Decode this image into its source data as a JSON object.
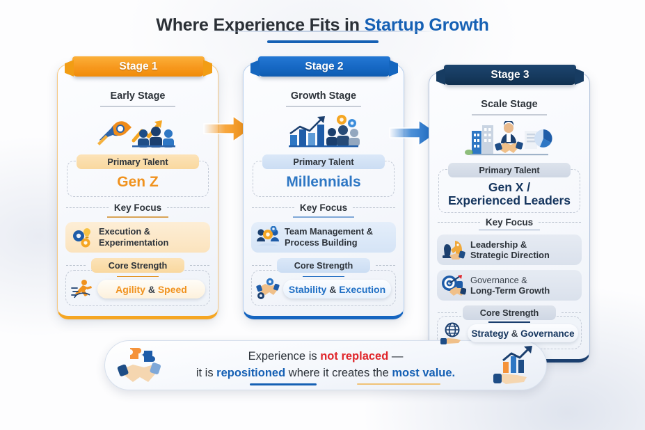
{
  "title": {
    "plain": "Where Experience Fits in ",
    "accent": "Startup Growth"
  },
  "labels": {
    "primary_talent": "Primary Talent",
    "key_focus": "Key Focus",
    "core_strength": "Core Strength"
  },
  "stages": [
    {
      "ribbon": "Stage 1",
      "subtitle": "Early Stage",
      "talent": "Gen Z",
      "focus": [
        {
          "line1": "Execution &",
          "line2": "Experimentation",
          "icon": "gears-lightbulb-icon"
        }
      ],
      "strength": {
        "pre": "Agility ",
        "amp": "& ",
        "post": "Speed",
        "icon": "runner-icon"
      },
      "illustration_icon": "rocket-growth-team-icon",
      "accent": "#f5a623"
    },
    {
      "ribbon": "Stage 2",
      "subtitle": "Growth Stage",
      "talent": "Millennials",
      "focus": [
        {
          "line1": "Team Management &",
          "line2": "Process Building",
          "icon": "team-gear-icon"
        }
      ],
      "strength": {
        "pre": "Stability ",
        "amp": "& ",
        "post": "Execution",
        "icon": "handshake-gear-icon"
      },
      "illustration_icon": "bar-chart-team-gears-icon",
      "accent": "#1565c0"
    },
    {
      "ribbon": "Stage 3",
      "subtitle": "Scale Stage",
      "talent_line1": "Gen X /",
      "talent_line2": "Experienced Leaders",
      "focus": [
        {
          "line1": "Leadership &",
          "line2": "Strategic Direction",
          "icon": "chess-knight-icon"
        },
        {
          "line1": "Governance &",
          "line2": "Long-Term Growth",
          "icon": "target-handshake-icon"
        }
      ],
      "strength": {
        "pre": "Strategy ",
        "amp": "& ",
        "post": "Governance",
        "icon": "globe-hand-icon"
      },
      "illustration_icon": "city-handshake-piechart-icon",
      "accent": "#1b3f6e"
    }
  ],
  "arrows": [
    {
      "name": "arrow-stage1-to-stage2",
      "color": "#f7981d"
    },
    {
      "name": "arrow-stage2-to-stage3",
      "color": "#2e7dd1"
    }
  ],
  "banner": {
    "line1_a": "Experience is ",
    "line1_bold": "not replaced",
    "line1_b": " —",
    "line2_a": "it is ",
    "line2_bold1": "repositioned",
    "line2_b": " where it creates the ",
    "line2_bold2": "most value.",
    "icon_left": "puzzle-handshake-icon",
    "icon_right": "hand-growth-chart-icon"
  },
  "colors": {
    "orange": "#f5a623",
    "blue": "#1565c0",
    "navy": "#1b3f6e",
    "red": "#e0262b",
    "text": "#2c3239"
  }
}
